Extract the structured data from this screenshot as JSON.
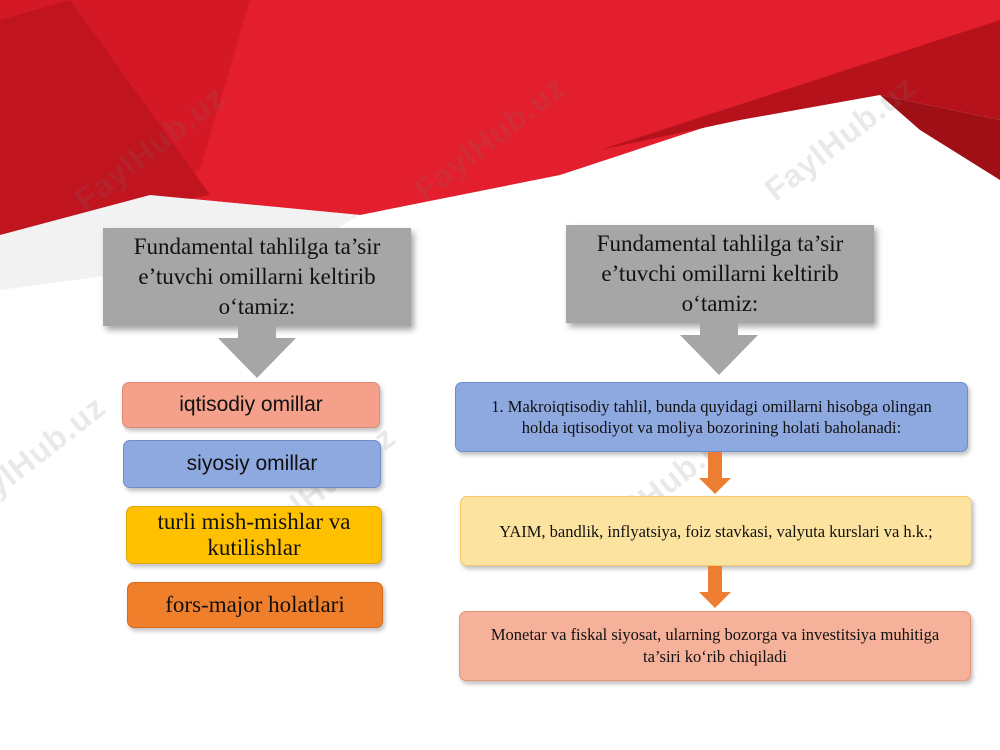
{
  "watermark": "FaylHub.uz",
  "left": {
    "header": "Fundamental tahlilga ta’sir e’tuvchi omillarni keltirib o‘tamiz:",
    "items": [
      {
        "label": "iqtisodiy omillar",
        "color": "#f4a08a"
      },
      {
        "label": "siyosiy omillar",
        "color": "#8ea8e0"
      },
      {
        "label": "turli mish-mishlar va kutilishlar",
        "color": "#ffc000"
      },
      {
        "label": "fors-major holatlari",
        "color": "#f07f2c"
      }
    ]
  },
  "right": {
    "header": "Fundamental tahlilga ta’sir e’tuvchi omillarni keltirib o‘tamiz:",
    "steps": [
      {
        "label": "1. Makroiqtisodiy tahlil, bunda quyidagi omillarni hisobga olingan holda iqtisodiyot va moliya bozorining holati baholanadi:",
        "color": "#8ea8e0"
      },
      {
        "label": "YAIM, bandlik, inflyatsiya, foiz stavkasi, valyuta kurslari va h.k.;",
        "color": "#fde3a0"
      },
      {
        "label": "Monetar va fiskal siyosat, ularning bozorga va investitsiya muhitiga ta’siri ko‘rib chiqiladi",
        "color": "#f6b19a"
      }
    ]
  },
  "colors": {
    "banner_red": "#e31e2d",
    "banner_dark": "#b5121b",
    "header_gray": "#a6a6a6",
    "arrow_orange": "#ed7d31"
  }
}
